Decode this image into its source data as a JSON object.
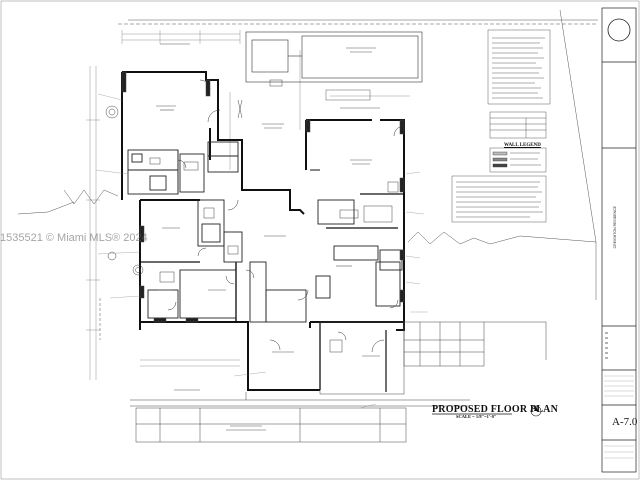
{
  "drawing": {
    "title": "PROPOSED FLOOR PLAN",
    "scale": "SCALE = 1/8\"=1'-0\"",
    "sheet_number": "A-7.0",
    "wall_legend_title": "WALL LEGEND",
    "project_vertical_label": "CREIGHTON RESIDENCE"
  },
  "watermark": {
    "text": "1535521 © Miami MLS® 2024"
  },
  "colors": {
    "line": "#222222",
    "light_line": "#777777",
    "fill": "#dddddd"
  }
}
